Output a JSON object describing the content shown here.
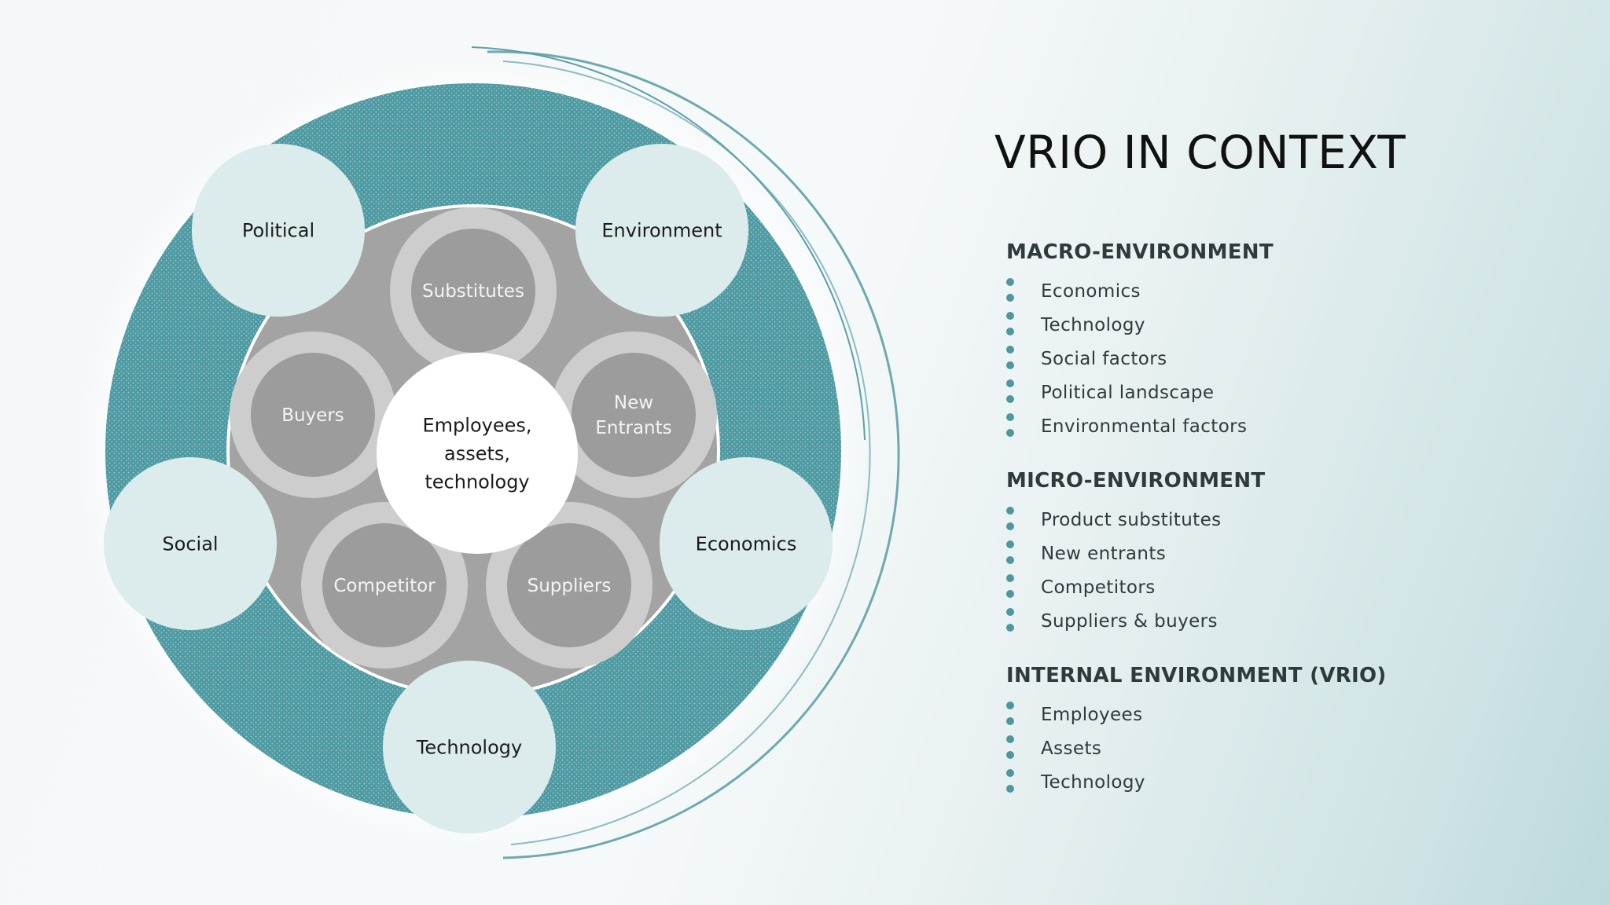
{
  "title": "VRIO IN CONTEXT",
  "colors": {
    "teal_ring": "#4f9aa2",
    "outer_circle_fill": "#dcecec",
    "inner_disc": "#a3a3a3",
    "inner_circle_ring": "#cdcdcd",
    "inner_circle_fill": "#9c9c9c",
    "center_fill": "#ffffff",
    "bullet_color": "#4e979f"
  },
  "diagram": {
    "center_label": [
      "Employees,",
      "assets,",
      "technology"
    ],
    "outer_nodes": [
      {
        "id": "political",
        "label": "Political"
      },
      {
        "id": "environment",
        "label": "Environment"
      },
      {
        "id": "economics",
        "label": "Economics"
      },
      {
        "id": "technology",
        "label": "Technology"
      },
      {
        "id": "social",
        "label": "Social"
      }
    ],
    "inner_nodes": [
      {
        "id": "substitutes",
        "label": [
          "Substitutes"
        ]
      },
      {
        "id": "new-entrants",
        "label": [
          "New",
          "Entrants"
        ]
      },
      {
        "id": "suppliers",
        "label": [
          "Suppliers"
        ]
      },
      {
        "id": "competitor",
        "label": [
          "Competitor"
        ]
      },
      {
        "id": "buyers",
        "label": [
          "Buyers"
        ]
      }
    ]
  },
  "sections": [
    {
      "heading": "MACRO-ENVIRONMENT",
      "items": [
        "Economics",
        "Technology",
        "Social factors",
        "Political landscape",
        "Environmental factors"
      ]
    },
    {
      "heading": "MICRO-ENVIRONMENT",
      "items": [
        "Product substitutes",
        "New entrants",
        "Competitors",
        "Suppliers & buyers"
      ]
    },
    {
      "heading": "INTERNAL ENVIRONMENT (VRIO)",
      "items": [
        "Employees",
        "Assets",
        "Technology"
      ]
    }
  ]
}
